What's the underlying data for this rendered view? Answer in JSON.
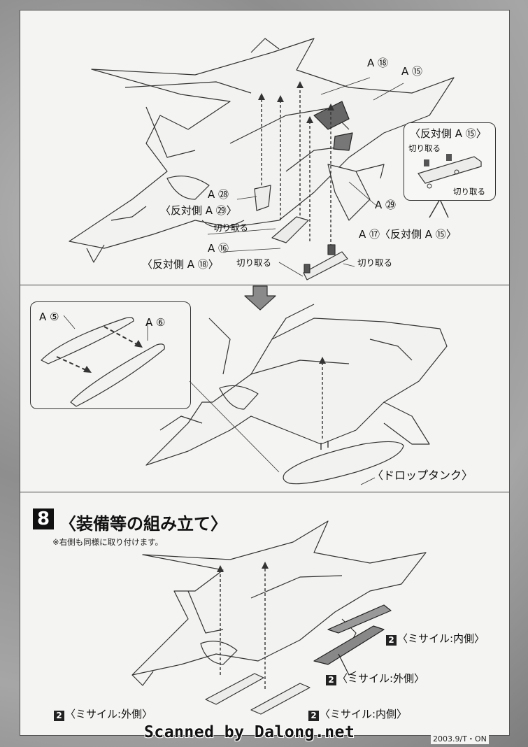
{
  "top": {
    "label_a18": "A ⑱",
    "label_a15": "A ⑮",
    "label_a28": "A ㉘",
    "label_opp_a29": "〈反対側 A ㉙〉",
    "label_cut1": "切り取る",
    "label_a16": "A ⑯",
    "label_opp_a18": "〈反対側 A ⑱〉",
    "label_cut2": "切り取る",
    "label_a17_opp_a15": "A ⑰〈反対側 A ⑮〉",
    "label_cut3": "切り取る",
    "label_a29": "A ㉙",
    "bubble": {
      "title": "〈反対側 A ⑮〉",
      "cut_a": "切り取る",
      "cut_b": "切り取る"
    }
  },
  "middle": {
    "inset_a5": "A ⑤",
    "inset_a6": "A ⑥",
    "drop_tank": "〈ドロップタンク〉"
  },
  "step": {
    "number": "8",
    "title": "〈装備等の組み立て〉",
    "note": "※右側も同様に取り付けます。",
    "missile_inner_right": "〈ミサイル:内側〉",
    "missile_outer_mid": "〈ミサイル:外側〉",
    "missile_outer_left": "〈ミサイル:外側〉",
    "missile_inner_mid": "〈ミサイル:内側〉",
    "qty": "2"
  },
  "watermark": "Scanned by Dalong.net",
  "print_code": "2003.9/T・ON"
}
